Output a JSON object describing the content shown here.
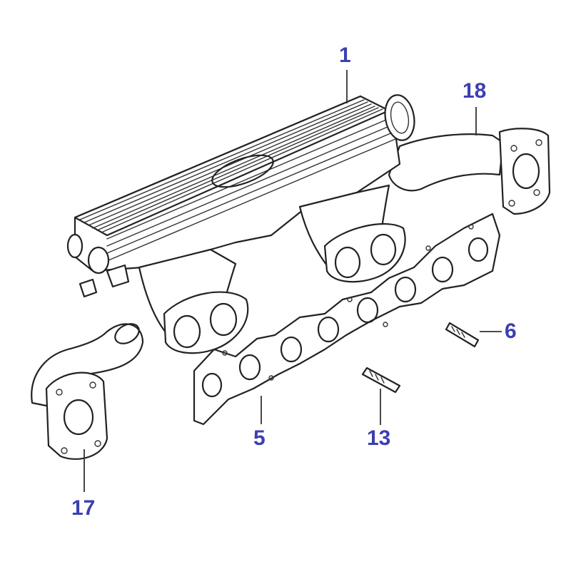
{
  "callouts": {
    "c1": "1",
    "c18": "18",
    "c6": "6",
    "c5": "5",
    "c13": "13",
    "c17": "17"
  },
  "colors": {
    "callout": "#3b3fb0",
    "line": "#222222",
    "background": "#ffffff"
  }
}
